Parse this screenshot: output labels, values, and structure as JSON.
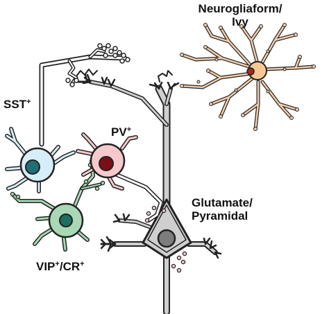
{
  "labels": {
    "neurogliaform_line1": "Neurogliaform/",
    "neurogliaform_line2": "Ivy",
    "sst": "SST",
    "sst_sup": "+",
    "pv": "PV",
    "pv_sup": "+",
    "vip": "VIP",
    "vip_sup": "+",
    "vip_sep": "/CR",
    "cr_sup": "+",
    "glutamate_line1": "Glutamate/",
    "glutamate_line2": "Pyramidal"
  },
  "colors": {
    "outline": "#222222",
    "sst_cell": "#d6eef7",
    "sst_nucleus": "#1f6f73",
    "pv_cell": "#f6c9cc",
    "pv_nucleus": "#7a0f14",
    "vip_cell": "#a8d8b5",
    "vip_nucleus": "#1f6f60",
    "neurogliaform_cell": "#f8c894",
    "neurogliaform_nucleus": "#a52a1a",
    "neurogliaform_dendrite": "#f2ccaa",
    "pyramidal_cell": "#cfcfcf",
    "pyramidal_nucleus": "#7d7d7d",
    "axon_fill": "#ffffff"
  }
}
